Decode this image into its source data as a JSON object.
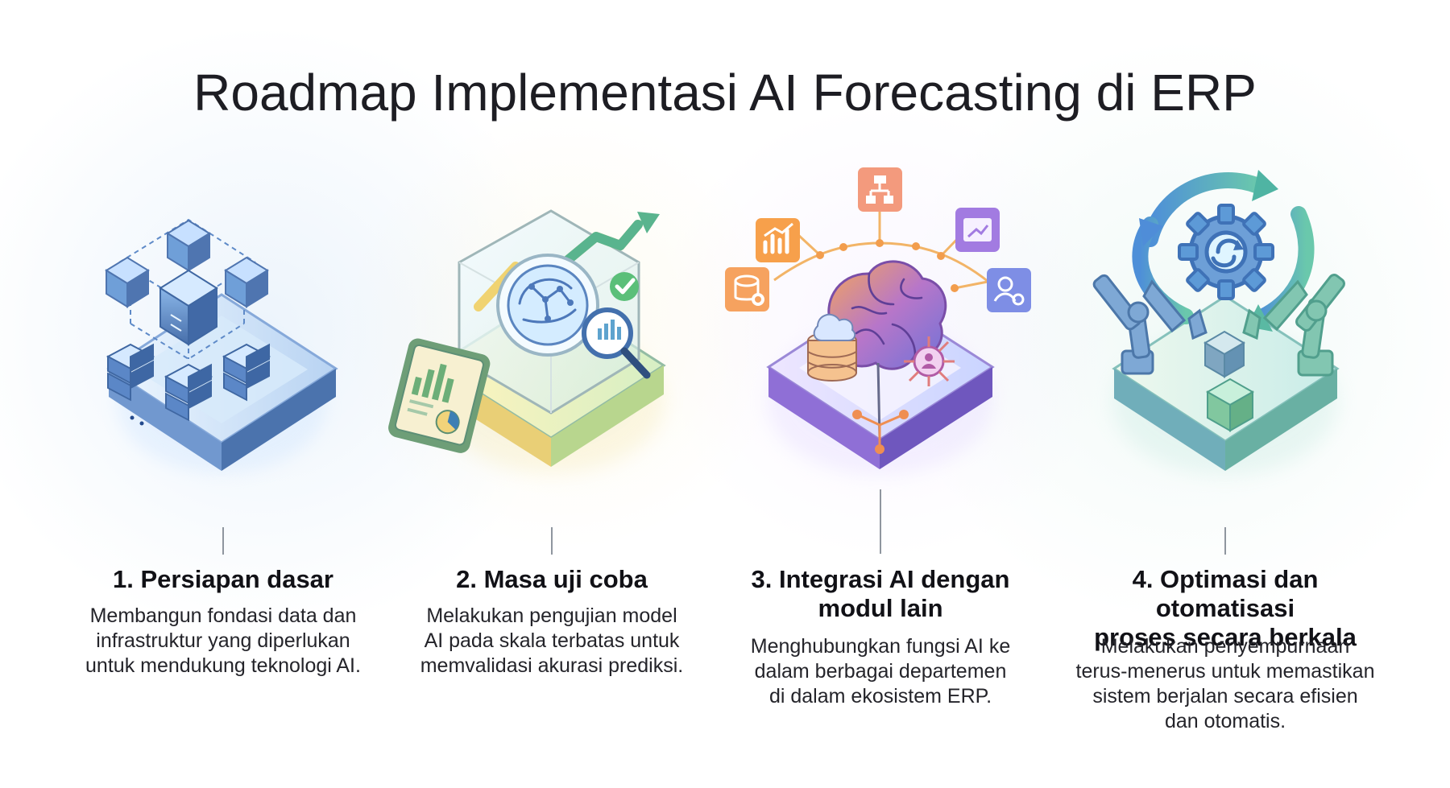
{
  "title": "Roadmap Implementasi AI Forecasting di ERP",
  "steps": [
    {
      "title": [
        "1. Persiapan dasar"
      ],
      "description": [
        "Membangun fondasi data dan",
        "infrastruktur yang diperlukan",
        "untuk mendukung teknologi AI."
      ]
    },
    {
      "title": [
        "2. Masa uji coba"
      ],
      "description": [
        "Melakukan pengujian model",
        "AI pada skala terbatas untuk",
        "memvalidasi akurasi prediksi."
      ]
    },
    {
      "title": [
        "3. Integrasi AI dengan",
        "modul lain"
      ],
      "description": [
        "Menghubungkan fungsi AI ke",
        "dalam berbagai departemen",
        "di dalam ekosistem ERP."
      ]
    },
    {
      "title": [
        "4. Optimasi dan otomatisasi",
        "proses secara berkala"
      ],
      "description": [
        "Melakukan penyempurnaan",
        "terus-menerus untuk memastikan",
        "sistem berjalan secara efisien",
        "dan otomatis."
      ]
    }
  ],
  "colors": {
    "title_text": "#1d1d23",
    "connector": "#8f969f",
    "step1_blue": "#6f9fd8",
    "step2_yellow": "#f2d574",
    "step2_green": "#5bb89f",
    "step3_purple": "#8f6fd6",
    "step3_orange": "#f59f45",
    "step4_teal": "#69b7b0"
  },
  "icons": [
    "database-network-icon",
    "ai-testing-icon",
    "ai-integration-icon",
    "automation-cycle-icon"
  ]
}
